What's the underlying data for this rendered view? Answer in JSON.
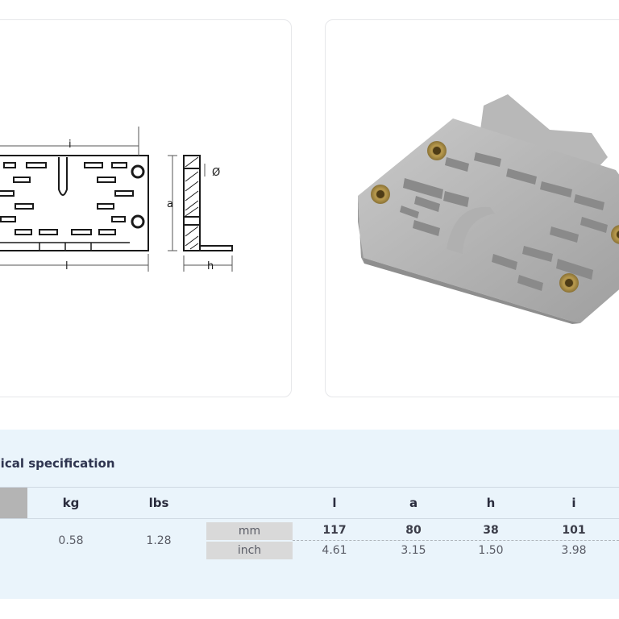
{
  "drawing": {
    "labels": {
      "i": "i",
      "a": "a",
      "diameter": "Ø",
      "l": "l",
      "h": "h"
    }
  },
  "spec": {
    "title": "nical specification",
    "headers": {
      "kg": "kg",
      "lbs": "lbs",
      "l": "l",
      "a": "a",
      "h": "h",
      "i": "i"
    },
    "weight": {
      "kg": "0.58",
      "lbs": "1.28"
    },
    "units": {
      "mm": "mm",
      "inch": "inch"
    },
    "mm_row": {
      "l": "117",
      "a": "80",
      "h": "38",
      "i": "101"
    },
    "inch_row": {
      "l": "4.61",
      "a": "3.15",
      "h": "1.50",
      "i": "3.98"
    }
  },
  "colors": {
    "panel": "#eaf4fb",
    "unit_cell": "#d9d9d9",
    "gray_block": "#b4b4b4",
    "title": "#2f3550"
  },
  "icons": {
    "drawing": "technical-drawing-icon",
    "photo": "product-photo"
  }
}
